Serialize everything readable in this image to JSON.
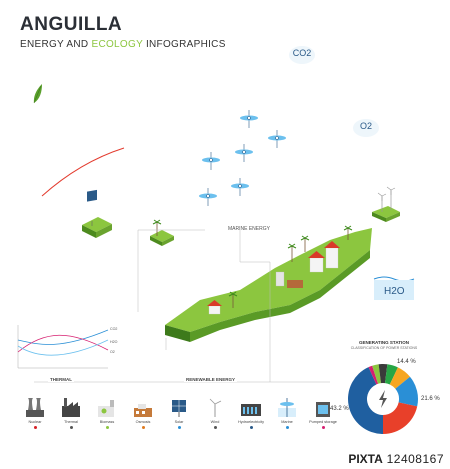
{
  "header": {
    "title": "ANGUILLA",
    "subtitle_prefix": "ENERGY AND ",
    "subtitle_accent": "ECOLOGY",
    "subtitle_suffix": " INFOGRAPHICS"
  },
  "atmosphere": {
    "co2_label": "CO2",
    "o2_label": "O2",
    "h2o_label": "H2O"
  },
  "map": {
    "marine_label": "MARINE ENERGY"
  },
  "station": {
    "title": "GENERATING STATION",
    "subtitle": "CLASSIFICATION OF POWER STATIONS",
    "pct_top": "14.4 %",
    "pct_right": "21.6 %",
    "pct_left": "43.2 %"
  },
  "chart_data": {
    "type": "pie",
    "title": "GENERATING STATION",
    "values": [
      43.2,
      21.6,
      14.4,
      7.0,
      5.0,
      4.0,
      3.0,
      1.8
    ],
    "colors": [
      "#1f5fa0",
      "#e8402a",
      "#2a8fd6",
      "#f5a623",
      "#27a645",
      "#3a3a3a",
      "#8cc63f",
      "#d61f70"
    ],
    "labels": [
      "43.2 %",
      "21.6 %",
      "14.4 %",
      "",
      "",
      "",
      "",
      ""
    ]
  },
  "categories": {
    "thermal": "THERMAL",
    "renewable": "RENEWABLE ENERGY"
  },
  "trend_chart": {
    "labels": [
      "CO2",
      "H2O",
      "O2"
    ]
  },
  "legend": [
    {
      "name": "Nuclear",
      "color": "#d61f26"
    },
    {
      "name": "Thermal",
      "color": "#555555"
    },
    {
      "name": "Biomass",
      "color": "#8cc63f"
    },
    {
      "name": "Osmosis",
      "color": "#e07a1f"
    },
    {
      "name": "Solar",
      "color": "#2a8fd6"
    },
    {
      "name": "Wind",
      "color": "#555555"
    },
    {
      "name": "Hydroelectricity",
      "color": "#2a5a88"
    },
    {
      "name": "Marine",
      "color": "#2a8fd6"
    },
    {
      "name": "Pumped storage",
      "color": "#d61f70"
    }
  ],
  "footer": {
    "brand": "PIXTA",
    "id": "12408167"
  },
  "colors": {
    "island_top": "#8cc63f",
    "island_side": "#4d8a1e",
    "accent": "#8cc63f"
  }
}
